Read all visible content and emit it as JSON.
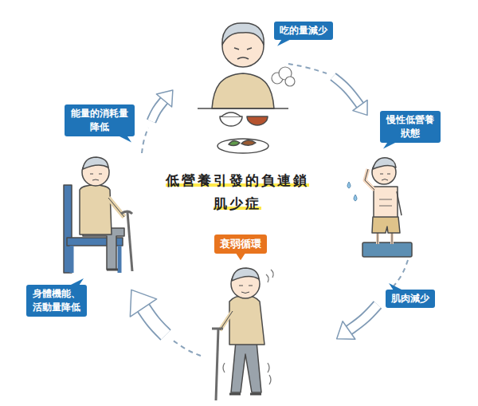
{
  "diagram": {
    "title": "低營養引發的負連鎖 肌少症",
    "nodes": [
      {
        "text": [
          "吃的量減少"
        ]
      },
      {
        "text": [
          "能量的消耗量降低"
        ]
      },
      {
        "text": [
          "慢性低營養狀態"
        ]
      },
      {
        "text": [
          "衰弱循環"
        ]
      },
      {
        "text": [
          "身體機能、活動量降低"
        ]
      },
      {
        "text": [
          "肌肉減少"
        ]
      }
    ]
  }
}
